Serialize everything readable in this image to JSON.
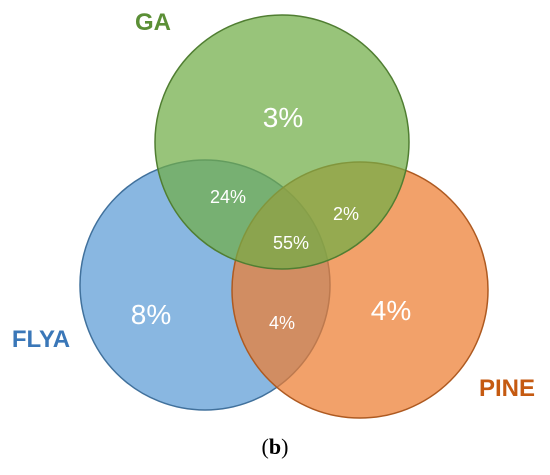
{
  "sets": [
    {
      "name": "GA",
      "color": "#70ad47",
      "label_color": "#5b8f36"
    },
    {
      "name": "FLYA",
      "color": "#5b9bd5",
      "label_color": "#3a77b8"
    },
    {
      "name": "PINE",
      "color": "#ed7d31",
      "label_color": "#c55a11"
    }
  ],
  "regions": {
    "ga_only": "3%",
    "flya_only": "8%",
    "pine_only": "4%",
    "ga_flya": "24%",
    "ga_pine": "2%",
    "flya_pine": "4%",
    "all_three": "55%"
  },
  "caption": {
    "open": "(",
    "letter": "b",
    "close": ")"
  }
}
